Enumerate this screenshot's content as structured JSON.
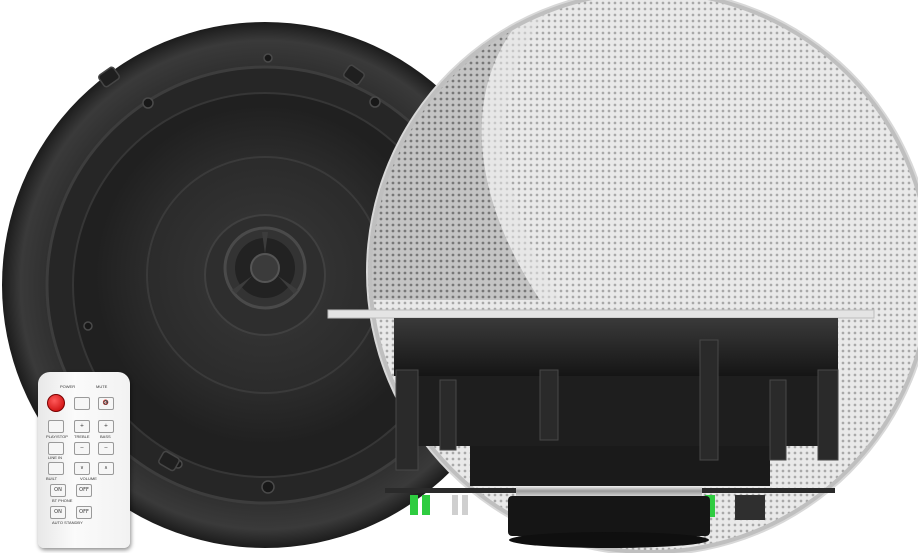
{
  "remote": {
    "power_label": "POWER",
    "mute_label": "MUTE",
    "play_label": "PLAY/STOP",
    "treble_label": "TREBLE",
    "bass_label": "BASS",
    "line_in_label": "LINE IN",
    "volume_label": "VOLUME",
    "bt_label": "BUILT",
    "on_label": "ON",
    "off_label": "OFF",
    "bt_phone_label": "BT PHONE",
    "auto_standby_label": "AUTO STANDBY",
    "plus": "+",
    "minus": "−",
    "vol_down": "∨",
    "vol_up": "∧"
  },
  "colors": {
    "speaker_body": "#2b2b2b",
    "grille": "#c9c9c9",
    "remote_power": "#d10000",
    "status_led": "#2ecc40"
  }
}
